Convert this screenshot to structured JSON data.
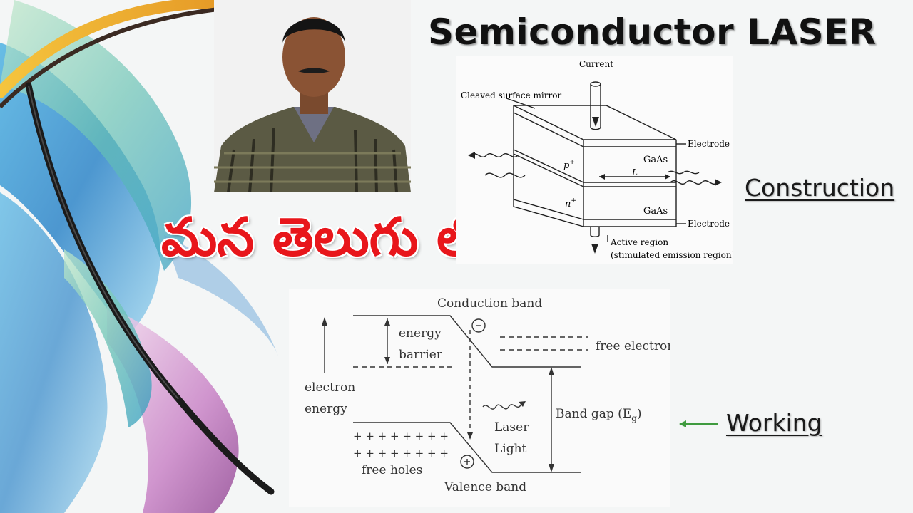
{
  "title": "Semiconductor LASER",
  "telugu_text": "మన తెలుగు లో",
  "construction": {
    "label": "Construction",
    "diagram": {
      "current": "Current",
      "mirror": "Cleaved surface mirror",
      "electrode_top": "Electrode",
      "electrode_bottom": "Electrode",
      "gaas_top": "GaAs",
      "gaas_bottom": "GaAs",
      "p_region": "p",
      "n_region": "n",
      "length": "L",
      "active_region": "Active region",
      "active_region_note": "(stimulated emission region)"
    }
  },
  "working": {
    "label": "Working",
    "diagram": {
      "conduction_band": "Conduction band",
      "valence_band": "Valence band",
      "energy_barrier_1": "energy",
      "energy_barrier_2": "barrier",
      "free_electrons": "free electrons",
      "electron_energy_1": "electron",
      "electron_energy_2": "energy",
      "band_gap": "Band gap (E",
      "band_gap_sub": "g",
      "band_gap_close": ")",
      "laser_1": "Laser",
      "laser_2": "Light",
      "free_holes": "free holes",
      "minus": "−",
      "plus": "+",
      "holes_row": "+ + + + + + + +"
    }
  }
}
